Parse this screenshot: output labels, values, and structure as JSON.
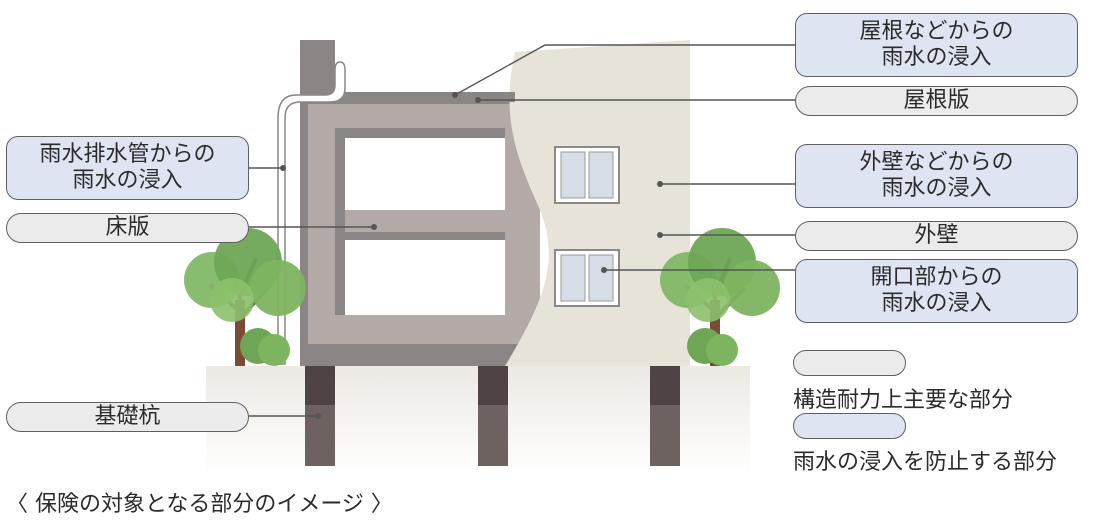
{
  "labels": {
    "roof_rain": [
      "屋根などからの",
      "雨水の浸入"
    ],
    "roof_slab": "屋根版",
    "wall_rain": [
      "外壁などからの",
      "雨水の浸入"
    ],
    "wall": "外壁",
    "opening_rain": [
      "開口部からの",
      "雨水の浸入"
    ],
    "pipe_rain": [
      "雨水排水管からの",
      "雨水の浸入"
    ],
    "floor_slab": "床版",
    "pile": "基礎杭"
  },
  "legend": {
    "structural": "構造耐力上主要な部分",
    "rain_prevention": "雨水の浸入を防止する部分"
  },
  "caption": "〈 保険の対象となる部分のイメージ 〉",
  "colors": {
    "structural_fill": "#ebebeb",
    "rain_fill": "#dfe4f2",
    "frame": "#b3aaa7",
    "frame_dark": "#8b8586",
    "wall_cream": "#e7e3d9",
    "pile": "#4f4443",
    "ground": "#efece6",
    "tree_leaf": "#75ad5c",
    "tree_trunk": "#7b4b36"
  }
}
